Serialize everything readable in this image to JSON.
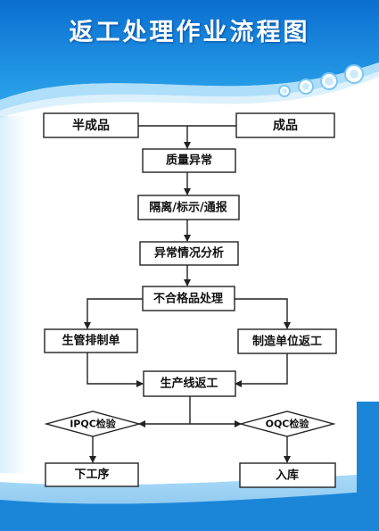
{
  "title": "返工处理作业流程图",
  "colors": {
    "primary_blue": "#1a8ee0",
    "deep_blue": "#0a66c2",
    "line": "#222222",
    "box_border": "#222222"
  },
  "nodes": {
    "semi_finished": "半成品",
    "finished": "成品",
    "quality_abnormal": "质量异常",
    "isolate_mark_notify": "隔离/标示/通报",
    "abnormal_analysis": "异常情况分析",
    "nonconforming_handling": "不合格品处理",
    "production_schedule": "生管排制单",
    "manufacturing_rework": "制造单位返工",
    "line_rework": "生产线返工",
    "ipqc_inspection": "IPQC检验",
    "oqc_inspection": "OQC检验",
    "next_process": "下工序",
    "warehousing": "入库"
  }
}
